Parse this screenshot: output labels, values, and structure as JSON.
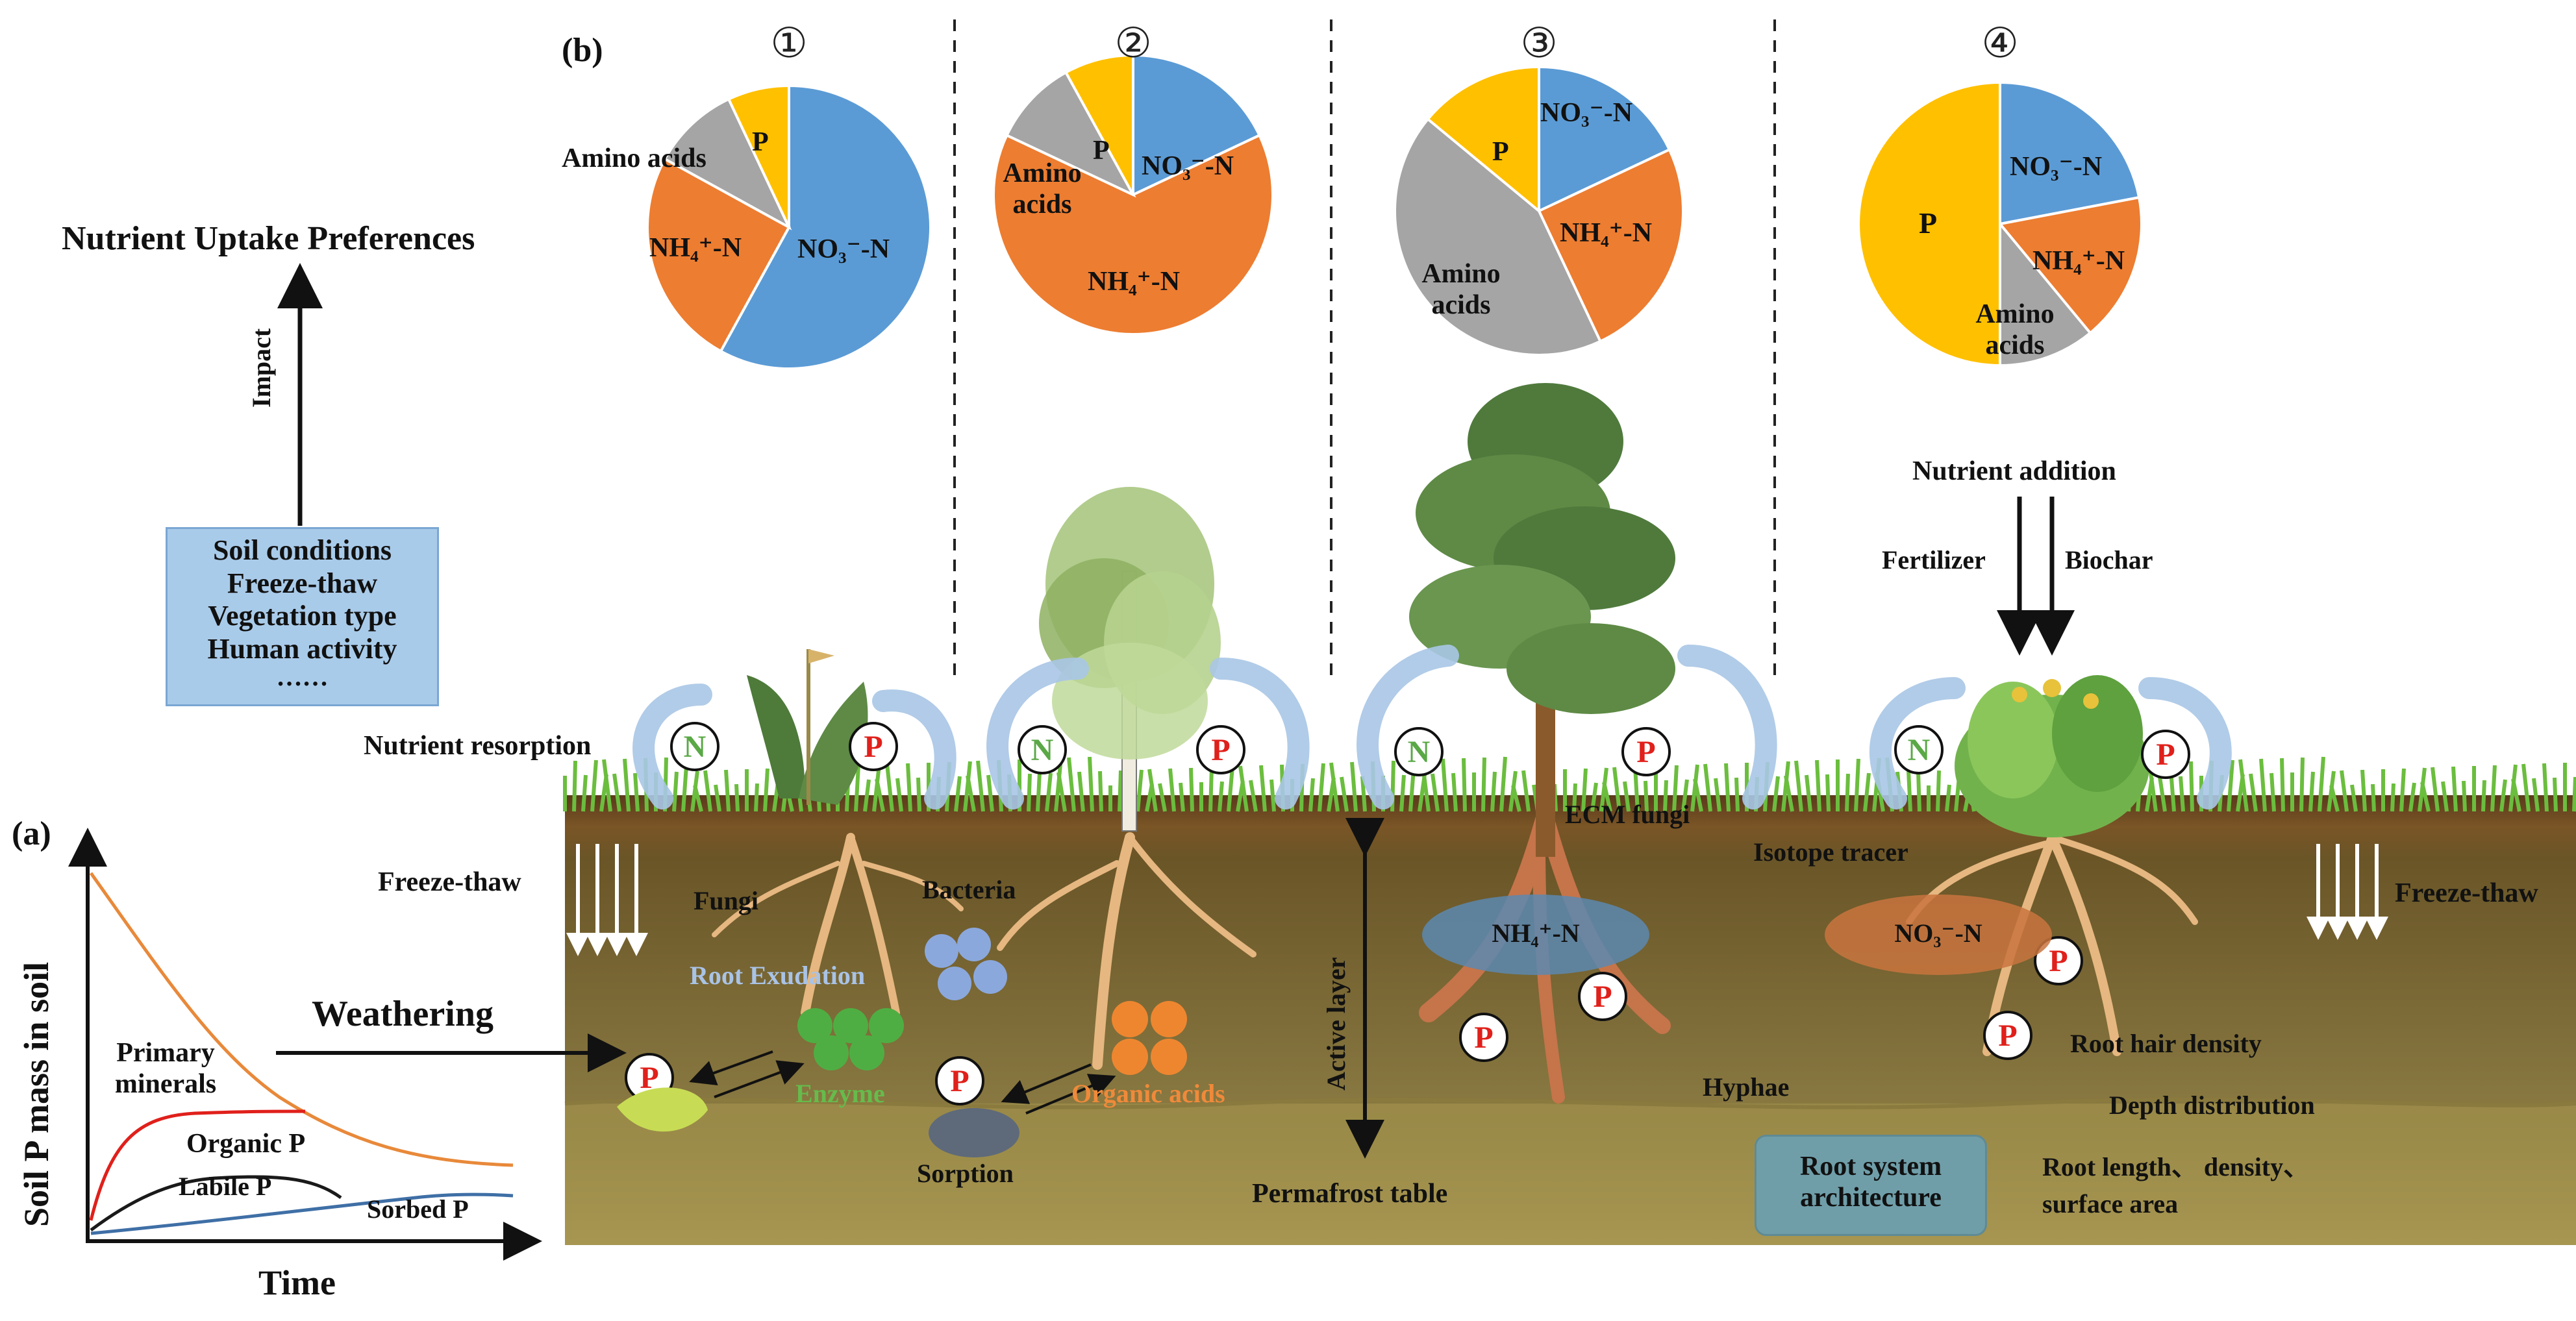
{
  "panel_labels": {
    "a": "(a)",
    "b": "(b)"
  },
  "left": {
    "title": "Nutrient Uptake Preferences",
    "impact": "Impact",
    "factors": [
      "Soil conditions",
      "Freeze-thaw",
      "Vegetation type",
      "Human activity",
      "……"
    ]
  },
  "panel_a": {
    "ylabel": "Soil P mass in soil",
    "xlabel": "Time",
    "weathering": "Weathering",
    "curves": {
      "primary": "Primary minerals",
      "organic": "Organic P",
      "labile": "Labile P",
      "sorbed": "Sorbed P"
    }
  },
  "scene": {
    "nutrient_resorption": "Nutrient resorption",
    "freeze_thaw_left": "Freeze-thaw",
    "freeze_thaw_right": "Freeze-thaw",
    "fungi": "Fungi",
    "bacteria": "Bacteria",
    "root_exudation": "Root Exudation",
    "enzyme": "Enzyme",
    "organic_acids": "Organic acids",
    "sorption": "Sorption",
    "active_layer": "Active layer",
    "permafrost_table": "Permafrost table",
    "ecm_fungi": "ECM fungi",
    "isotope_tracer": "Isotope tracer",
    "hyphae": "Hyphae",
    "nh4_ellipse": "NH₄⁺-N",
    "no3_ellipse": "NO₃⁻-N",
    "root_hair_density": "Root hair density",
    "depth_distribution": "Depth distribution",
    "root_length_1": "Root length、 density、",
    "root_length_2": "surface area",
    "root_system_1": "Root system",
    "root_system_2": "architecture",
    "nutrient_addition": "Nutrient addition",
    "fertilizer": "Fertilizer",
    "biochar": "Biochar",
    "n_symbol": "N",
    "p_symbol": "P"
  },
  "colors": {
    "no3": "#5b9bd5",
    "nh4": "#ed7d31",
    "amino": "#a5a5a5",
    "p": "#ffc000",
    "curve_primary": "#e8893a",
    "curve_organic": "#e0201b",
    "curve_labile": "#1a1a1a",
    "curve_sorbed": "#3f6fa6"
  },
  "chart_data": [
    {
      "type": "pie",
      "panel": "①",
      "slices": [
        {
          "label": "NO₃⁻-N",
          "value": 58
        },
        {
          "label": "NH₄⁺-N",
          "value": 25
        },
        {
          "label": "Amino acids",
          "value": 10
        },
        {
          "label": "P",
          "value": 7
        }
      ]
    },
    {
      "type": "pie",
      "panel": "②",
      "slices": [
        {
          "label": "NO₃⁻-N",
          "value": 18
        },
        {
          "label": "NH₄⁺-N",
          "value": 64
        },
        {
          "label": "Amino acids",
          "value": 10
        },
        {
          "label": "P",
          "value": 8
        }
      ]
    },
    {
      "type": "pie",
      "panel": "③",
      "slices": [
        {
          "label": "NO₃⁻-N",
          "value": 18
        },
        {
          "label": "NH₄⁺-N",
          "value": 25
        },
        {
          "label": "Amino acids",
          "value": 43
        },
        {
          "label": "P",
          "value": 14
        }
      ]
    },
    {
      "type": "pie",
      "panel": "④",
      "slices": [
        {
          "label": "NO₃⁻-N",
          "value": 22
        },
        {
          "label": "NH₄⁺-N",
          "value": 17
        },
        {
          "label": "Amino acids",
          "value": 11
        },
        {
          "label": "P",
          "value": 50
        }
      ]
    }
  ]
}
